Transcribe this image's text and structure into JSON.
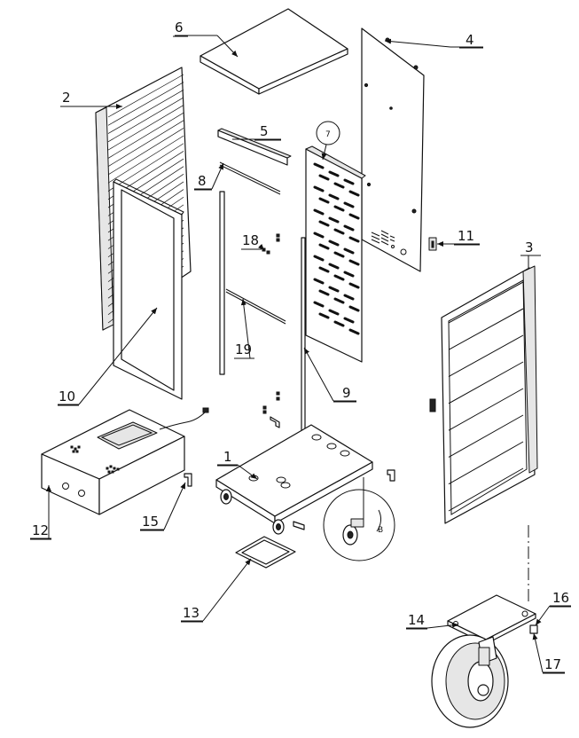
{
  "callouts": [
    {
      "id": "c1",
      "label": "1"
    },
    {
      "id": "c2",
      "label": "2"
    },
    {
      "id": "c3",
      "label": "3"
    },
    {
      "id": "c4",
      "label": "4"
    },
    {
      "id": "c5",
      "label": "5"
    },
    {
      "id": "c6",
      "label": "6"
    },
    {
      "id": "c7",
      "label": "7"
    },
    {
      "id": "c8",
      "label": "8"
    },
    {
      "id": "c9",
      "label": "9"
    },
    {
      "id": "c10",
      "label": "10"
    },
    {
      "id": "c11",
      "label": "11"
    },
    {
      "id": "c12",
      "label": "12"
    },
    {
      "id": "c13",
      "label": "13"
    },
    {
      "id": "c14",
      "label": "14"
    },
    {
      "id": "c15",
      "label": "15"
    },
    {
      "id": "c16",
      "label": "16"
    },
    {
      "id": "c17",
      "label": "17"
    },
    {
      "id": "c18",
      "label": "18"
    },
    {
      "id": "c19",
      "label": "19"
    }
  ],
  "detail_marker": "B"
}
